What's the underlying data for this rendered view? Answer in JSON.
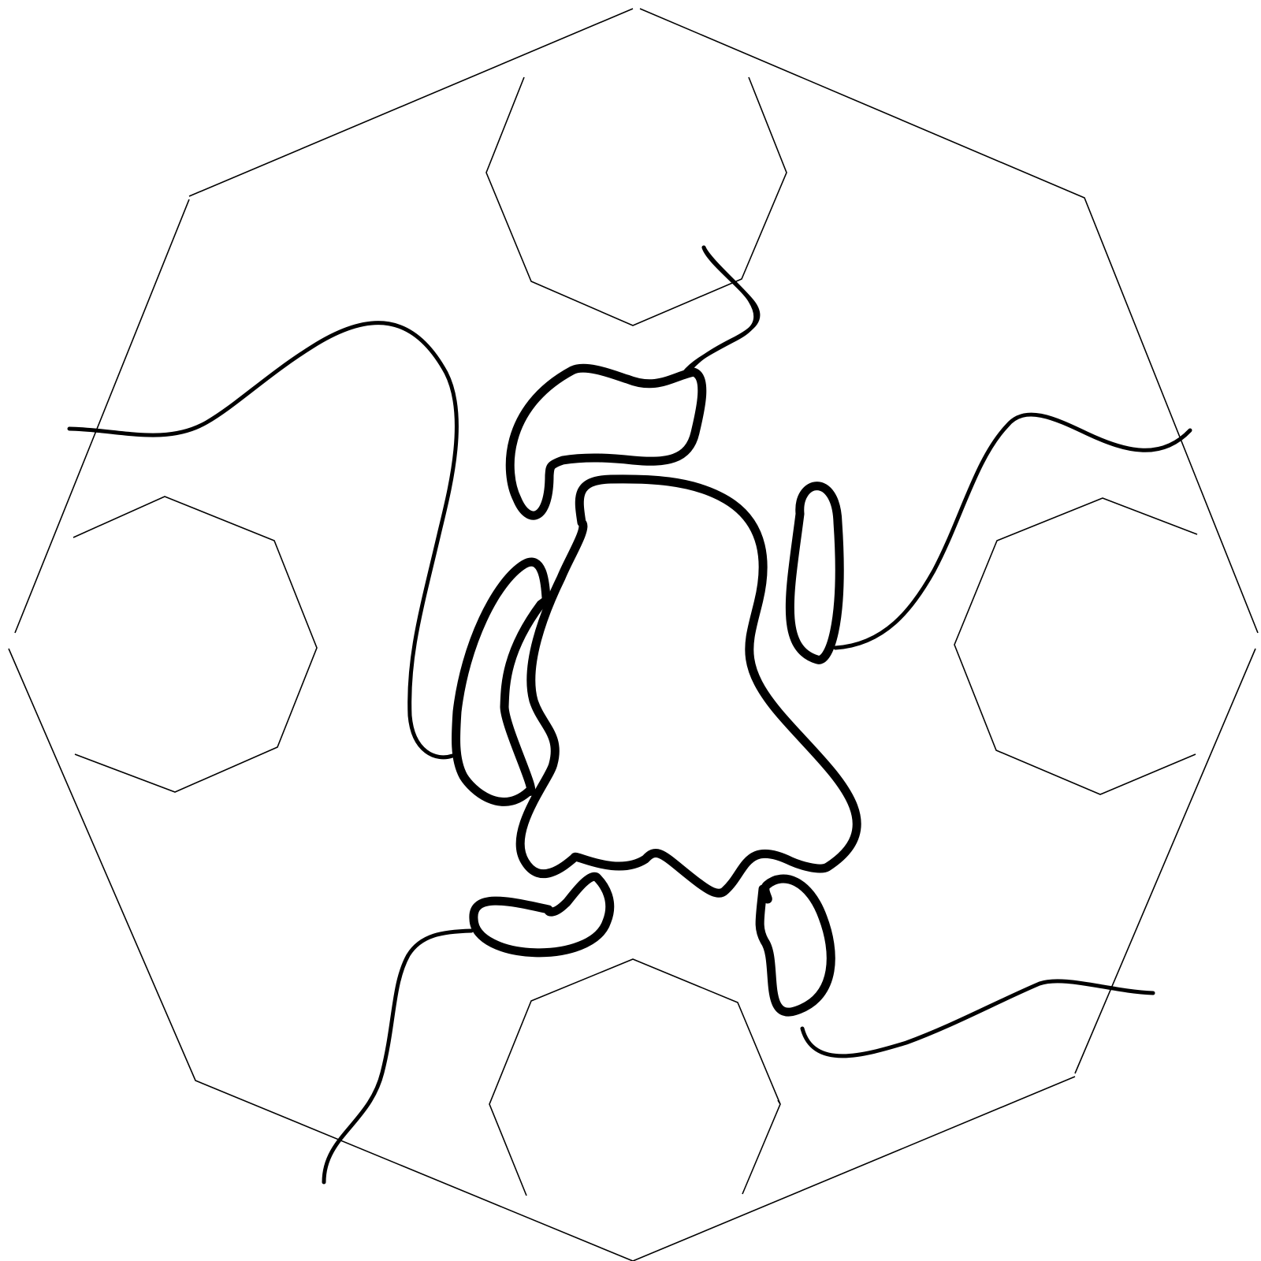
{
  "colors": {
    "background": "#ffffff",
    "line": "#000000"
  },
  "elements": {
    "outer_frame": "outer-polygon-frame",
    "inner_cells": [
      "inner-polygon-top",
      "inner-polygon-left",
      "inner-polygon-right",
      "inner-polygon-bottom"
    ],
    "knot": "central-knot-figure",
    "strands": [
      "strand-top",
      "strand-left",
      "strand-right",
      "strand-bottom-left",
      "strand-bottom-right"
    ]
  }
}
